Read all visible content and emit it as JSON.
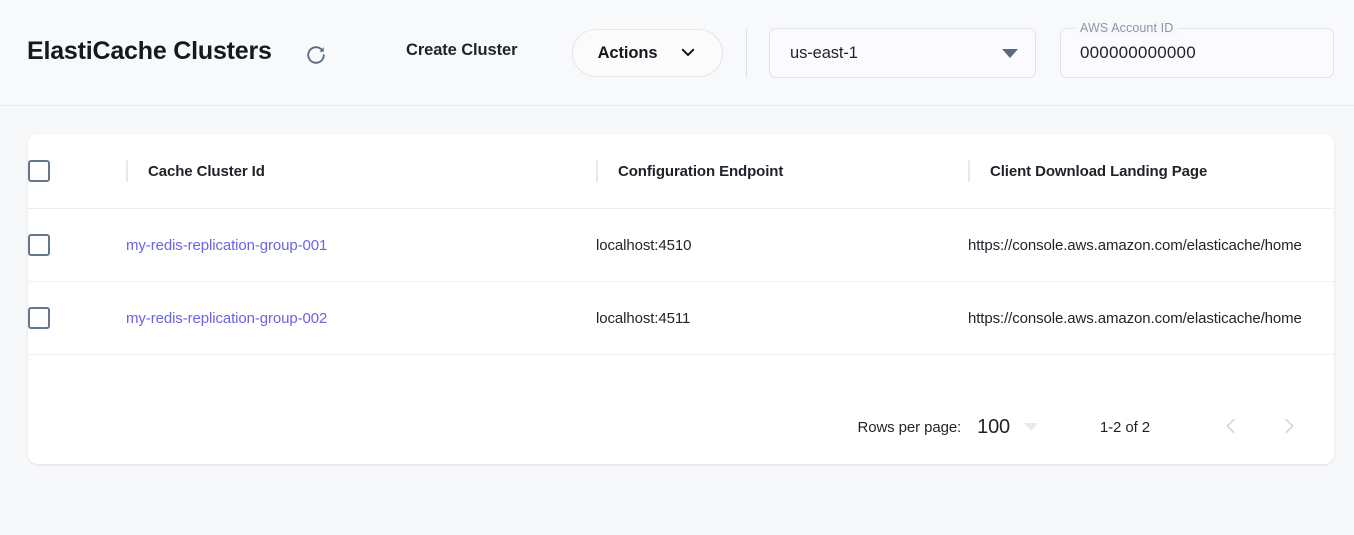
{
  "toolbar": {
    "title": "ElastiCache Clusters",
    "refresh_icon": "refresh-icon",
    "create_cluster_label": "Create Cluster",
    "actions_label": "Actions",
    "actions_caret_icon": "chevron-down-icon",
    "region": {
      "value": "us-east-1",
      "caret_icon": "caret-down-icon"
    },
    "account": {
      "label": "AWS Account ID",
      "value": "000000000000",
      "placeholder": "AWS Account ID"
    }
  },
  "table": {
    "select_all_checkbox": "unchecked",
    "columns": [
      {
        "key": "check",
        "label": ""
      },
      {
        "key": "id",
        "label": "Cache Cluster Id"
      },
      {
        "key": "endpoint",
        "label": "Configuration Endpoint"
      },
      {
        "key": "landing",
        "label": "Client Download Landing Page"
      }
    ],
    "rows": [
      {
        "checkbox": "unchecked",
        "id": "my-redis-replication-group-001",
        "endpoint": "localhost:4510",
        "landing": "https://console.aws.amazon.com/elasticache/home"
      },
      {
        "checkbox": "unchecked",
        "id": "my-redis-replication-group-002",
        "endpoint": "localhost:4511",
        "landing": "https://console.aws.amazon.com/elasticache/home"
      }
    ]
  },
  "pagination": {
    "rows_per_page_label": "Rows per page:",
    "rows_per_page_value": "100",
    "rows_caret_icon": "caret-down-icon",
    "range_label": "1-2 of 2",
    "prev_icon": "chevron-left-icon",
    "next_icon": "chevron-right-icon",
    "prev_enabled": false,
    "next_enabled": false
  },
  "colors": {
    "page_bg": "#f7f8fa",
    "card_bg": "#ffffff",
    "link": "#6a65e0",
    "text": "#1f2329",
    "muted": "#8b95a5",
    "checkbox_border": "#67768c"
  }
}
